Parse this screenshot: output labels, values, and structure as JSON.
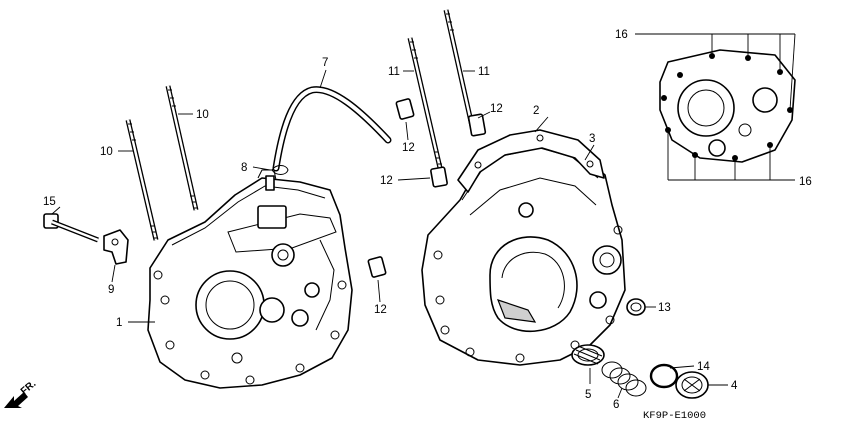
{
  "callouts": [
    {
      "id": "c1",
      "text": "1"
    },
    {
      "id": "c2",
      "text": "2"
    },
    {
      "id": "c3",
      "text": "3"
    },
    {
      "id": "c4",
      "text": "4"
    },
    {
      "id": "c5",
      "text": "5"
    },
    {
      "id": "c6",
      "text": "6"
    },
    {
      "id": "c7",
      "text": "7"
    },
    {
      "id": "c8",
      "text": "8"
    },
    {
      "id": "c9",
      "text": "9"
    },
    {
      "id": "c10a",
      "text": "10"
    },
    {
      "id": "c10b",
      "text": "10"
    },
    {
      "id": "c11a",
      "text": "11"
    },
    {
      "id": "c11b",
      "text": "11"
    },
    {
      "id": "c12a",
      "text": "12"
    },
    {
      "id": "c12b",
      "text": "12"
    },
    {
      "id": "c12c",
      "text": "12"
    },
    {
      "id": "c12d",
      "text": "12"
    },
    {
      "id": "c13",
      "text": "13"
    },
    {
      "id": "c14",
      "text": "14"
    },
    {
      "id": "c15",
      "text": "15"
    },
    {
      "id": "c16a",
      "text": "16"
    },
    {
      "id": "c16b",
      "text": "16"
    }
  ],
  "direction_label": "FR.",
  "diagram_code": "KF9P-E1000"
}
